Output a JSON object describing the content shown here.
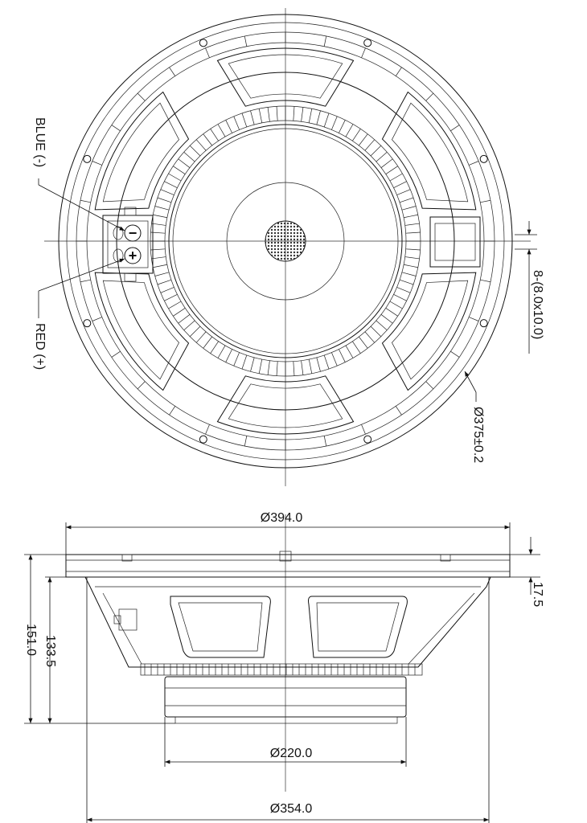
{
  "labels": {
    "blue": "BLUE (-)",
    "red": "RED (+)",
    "holes": "8-(8.0x10.0)",
    "bolt_circle": "Ø375±0.2",
    "outer_dia": "Ø394.0",
    "flange_thk": "17.5",
    "depth_1": "133.5",
    "depth_2": "151.0",
    "magnet_dia": "Ø220.0",
    "basket_dia": "Ø354.0"
  },
  "terminal_signs": {
    "minus": "−",
    "plus": "+"
  }
}
